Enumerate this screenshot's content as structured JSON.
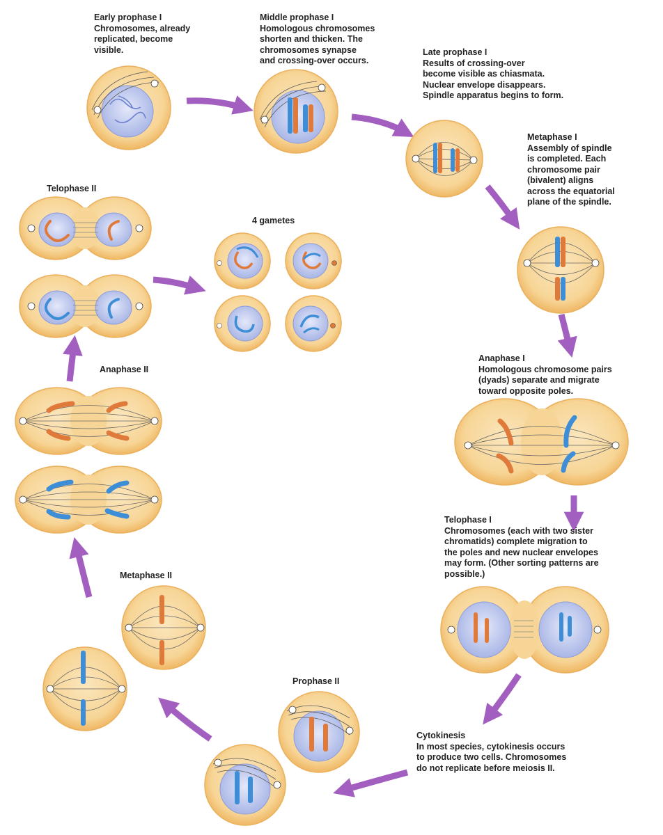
{
  "colors": {
    "cell_fill": "#f8d9a0",
    "cell_edge": "#f0b860",
    "nucleus": "#c9d2f0",
    "chrom_blue": "#3d8ed6",
    "chrom_orange": "#e07a3a",
    "arrow": "#a35fc0",
    "text": "#222222"
  },
  "stages": [
    {
      "title": "Early prophase I",
      "description": "Chromosomes, already\nreplicated, become\nvisible."
    },
    {
      "title": "Middle prophase I",
      "description": "Homologous chromosomes\nshorten and thicken. The\nchromosomes synapse\nand crossing-over occurs."
    },
    {
      "title": "Late prophase I",
      "description": "Results of crossing-over\nbecome visible as chiasmata.\nNuclear envelope disappears.\nSpindle apparatus begins to form."
    },
    {
      "title": "Metaphase I",
      "description": "Assembly of spindle\nis completed. Each\nchromosome pair\n(bivalent) aligns\nacross the equatorial\nplane of the spindle."
    },
    {
      "title": "Anaphase I",
      "description": "Homologous chromosome pairs\n(dyads) separate and migrate\ntoward opposite poles."
    },
    {
      "title": "Telophase I",
      "description": "Chromosomes (each with two sister\nchromatids) complete migration to\nthe poles and new nuclear envelopes\nmay form. (Other sorting patterns are\npossible.)"
    },
    {
      "title": "Cytokinesis",
      "description": "In most species, cytokinesis occurs\nto produce two cells. Chromosomes\ndo not replicate before meiosis II."
    },
    {
      "title": "Prophase II",
      "description": ""
    },
    {
      "title": "Metaphase II",
      "description": ""
    },
    {
      "title": "Anaphase II",
      "description": ""
    },
    {
      "title": "Telophase II",
      "description": ""
    },
    {
      "title": "4 gametes",
      "description": ""
    }
  ]
}
